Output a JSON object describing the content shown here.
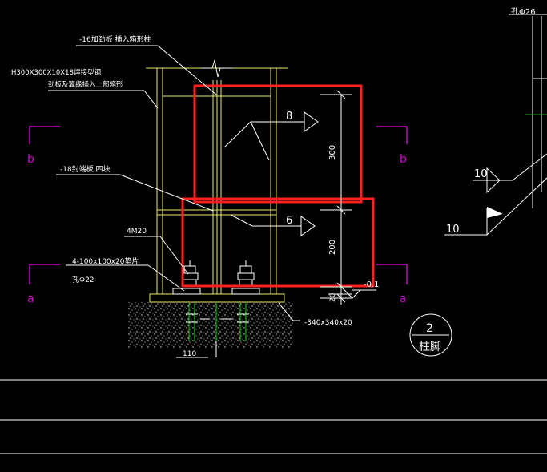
{
  "drawing": {
    "note_top_right": "孔Φ26",
    "label_plate_16": "-16加劲板 插入箱形柱",
    "label_h_steel_line1": "H300X300X10X18焊接型钢",
    "label_h_steel_line2": "劲板及翼缘插入上部箱形",
    "label_plate_18": "-18封端板 四块",
    "label_bolts": "4M20",
    "label_washer": "4-100x100x20垫片",
    "label_hole": "孔Φ22",
    "label_base_plate": "-340x340x20",
    "dim_300": "300",
    "dim_200": "200",
    "dim_20": "20",
    "dim_110": "110",
    "level_mark": "-0.1",
    "weld_8": "8",
    "weld_6": "6",
    "weld_10_upper": "10",
    "weld_10_lower": "10",
    "section_b_left": "b",
    "section_b_right": "b",
    "section_a_left": "a",
    "section_a_right": "a",
    "detail_number": "2",
    "detail_title": "柱脚",
    "colors": {
      "background": "#000000",
      "linework": "#ffffff",
      "steel_member": "#e8e86a",
      "section_mark": "#d000d0",
      "highlight_box": "#ff2020",
      "anchor_bolt": "#00cc00"
    }
  }
}
